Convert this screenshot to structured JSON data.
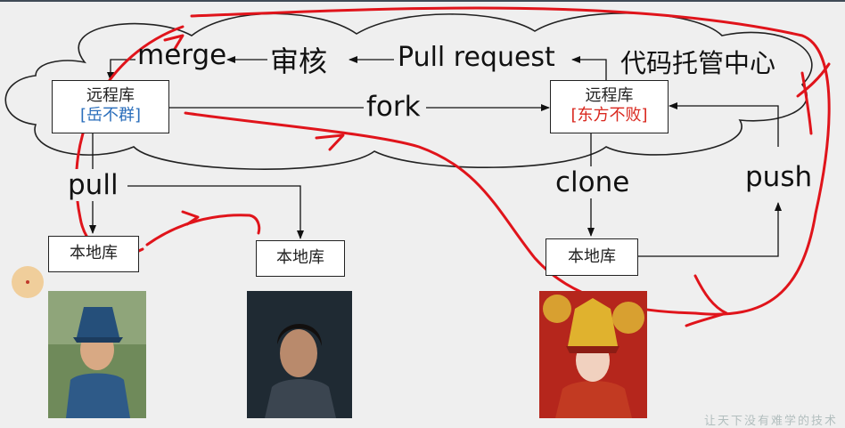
{
  "nodes": {
    "remote_left": {
      "title": "远程库",
      "owner": "[岳不群]"
    },
    "remote_right": {
      "title": "远程库",
      "owner": "[东方不败]"
    },
    "local_left_1": {
      "title": "本地库"
    },
    "local_left_2": {
      "title": "本地库"
    },
    "local_right": {
      "title": "本地库"
    }
  },
  "labels": {
    "merge": "merge",
    "review": "审核",
    "pull_request": "Pull request",
    "code_hosting_center": "代码托管中心",
    "fork": "fork",
    "pull": "pull",
    "clone": "clone",
    "push": "push"
  },
  "watermark": "让天下没有难学的技术",
  "colors": {
    "owner_left": "#2a6ebb",
    "owner_right": "#d9281f",
    "annotation": "#e0141b"
  },
  "icons": {
    "arrows": "arrow",
    "cloud": "cloud-outline",
    "pen": "red-pen-annotation"
  }
}
